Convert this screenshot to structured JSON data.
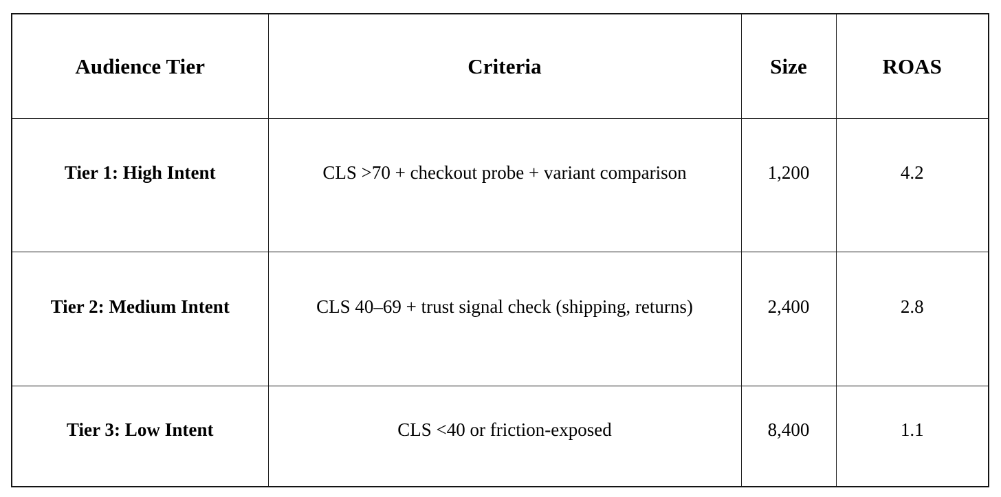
{
  "table": {
    "columns": [
      {
        "key": "tier",
        "label": "Audience Tier"
      },
      {
        "key": "criteria",
        "label": "Criteria"
      },
      {
        "key": "size",
        "label": "Size"
      },
      {
        "key": "roas",
        "label": "ROAS"
      }
    ],
    "rows": [
      {
        "tier": "Tier 1: High Intent",
        "criteria": "CLS >70 + checkout probe + variant comparison",
        "size": "1,200",
        "roas": "4.2"
      },
      {
        "tier": "Tier 2: Medium Intent",
        "criteria": "CLS 40–69 + trust signal check (shipping, returns)",
        "size": "2,400",
        "roas": "2.8"
      },
      {
        "tier": "Tier 3: Low Intent",
        "criteria": "CLS <40 or friction-exposed",
        "size": "8,400",
        "roas": "1.1"
      }
    ]
  },
  "colors": {
    "background": "#ffffff",
    "border": "#1a1a1a",
    "text": "#000000"
  }
}
